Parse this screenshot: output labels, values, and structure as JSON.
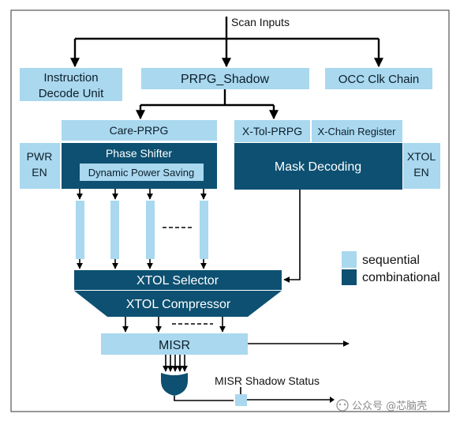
{
  "scan_inputs": "Scan Inputs",
  "blocks": {
    "instruction_decode_1": "Instruction",
    "instruction_decode_2": "Decode Unit",
    "prpg_shadow": "PRPG_Shadow",
    "occ_clk_chain": "OCC Clk Chain",
    "care_prpg": "Care-PRPG",
    "x_tol_prpg": "X-Tol-PRPG",
    "x_chain_register": "X-Chain Register",
    "pwr_en_1": "PWR",
    "pwr_en_2": "EN",
    "phase_shifter": "Phase Shifter",
    "dynamic_power_saving": "Dynamic Power Saving",
    "mask_decoding": "Mask Decoding",
    "xtol_en_1": "XTOL",
    "xtol_en_2": "EN",
    "xtol_selector": "XTOL Selector",
    "xtol_compressor": "XTOL Compressor",
    "misr": "MISR",
    "misr_shadow_status": "MISR Shadow Status"
  },
  "legend": {
    "sequential": "sequential",
    "combinational": "combinational"
  },
  "watermark": "公众号 @芯脑壳",
  "colors": {
    "sequential": "#a9d8ef",
    "combinational": "#0d5071",
    "line": "#000000"
  }
}
